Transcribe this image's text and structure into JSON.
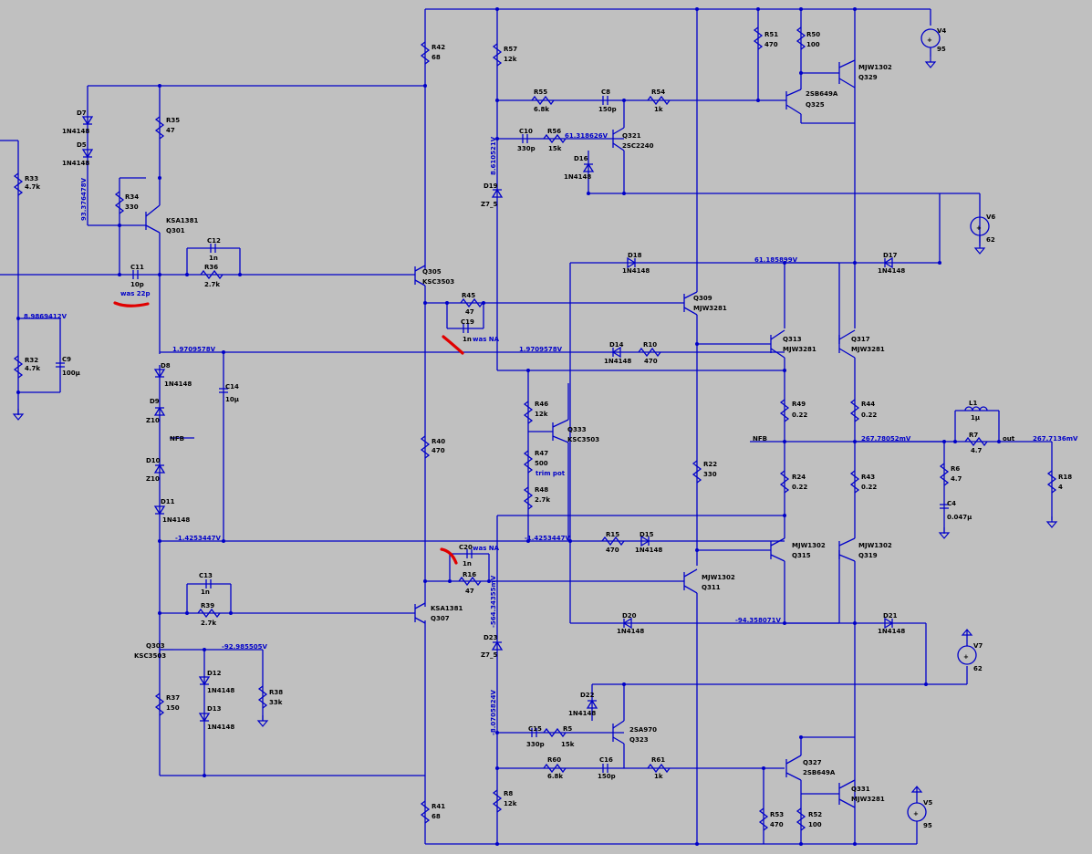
{
  "components": {
    "R33": {
      "ref": "R33",
      "value": "4.7k"
    },
    "R32": {
      "ref": "R32",
      "value": "4.7k"
    },
    "C9": {
      "ref": "C9",
      "value": "100µ"
    },
    "D7": {
      "ref": "D7",
      "value": "1N4148"
    },
    "D5": {
      "ref": "D5",
      "value": "1N4148"
    },
    "R35": {
      "ref": "R35",
      "value": "47"
    },
    "R34": {
      "ref": "R34",
      "value": "330"
    },
    "Q301": {
      "ref": "Q301",
      "value": "KSA1381"
    },
    "C11": {
      "ref": "C11",
      "value": "10p"
    },
    "C12": {
      "ref": "C12",
      "value": "1n"
    },
    "R36": {
      "ref": "R36",
      "value": "2.7k"
    },
    "D8": {
      "ref": "D8",
      "value": "1N4148"
    },
    "D9": {
      "ref": "D9",
      "value": "Z10"
    },
    "D10": {
      "ref": "D10",
      "value": "Z10"
    },
    "D11": {
      "ref": "D11",
      "value": "1N4148"
    },
    "C14": {
      "ref": "C14",
      "value": "10µ"
    },
    "C13": {
      "ref": "C13",
      "value": "1n"
    },
    "R39": {
      "ref": "R39",
      "value": "2.7k"
    },
    "Q303": {
      "ref": "Q303",
      "value": "KSC3503"
    },
    "D12": {
      "ref": "D12",
      "value": "1N4148"
    },
    "D13": {
      "ref": "D13",
      "value": "1N4148"
    },
    "R37": {
      "ref": "R37",
      "value": "150"
    },
    "R38": {
      "ref": "R38",
      "value": "33k"
    },
    "R42": {
      "ref": "R42",
      "value": "68"
    },
    "Q305": {
      "ref": "Q305",
      "value": "KSC3503"
    },
    "R40": {
      "ref": "R40",
      "value": "470"
    },
    "Q307": {
      "ref": "Q307",
      "value": "KSA1381"
    },
    "R41": {
      "ref": "R41",
      "value": "68"
    },
    "R45": {
      "ref": "R45",
      "value": "47"
    },
    "C19": {
      "ref": "C19",
      "value": "1n"
    },
    "C20": {
      "ref": "C20",
      "value": "1n"
    },
    "R16": {
      "ref": "R16",
      "value": "47"
    },
    "R57": {
      "ref": "R57",
      "value": "12k"
    },
    "R55": {
      "ref": "R55",
      "value": "6.8k"
    },
    "C8": {
      "ref": "C8",
      "value": "150p"
    },
    "R54": {
      "ref": "R54",
      "value": "1k"
    },
    "C10": {
      "ref": "C10",
      "value": "330p"
    },
    "R56": {
      "ref": "R56",
      "value": "15k"
    },
    "Q321": {
      "ref": "Q321",
      "value": "2SC2240"
    },
    "D16": {
      "ref": "D16",
      "value": "1N4148"
    },
    "D19": {
      "ref": "D19",
      "value": "Z7_5"
    },
    "D18": {
      "ref": "D18",
      "value": "1N4148"
    },
    "D14": {
      "ref": "D14",
      "value": "1N4148"
    },
    "R10": {
      "ref": "R10",
      "value": "470"
    },
    "R46": {
      "ref": "R46",
      "value": "12k"
    },
    "R47": {
      "ref": "R47",
      "value": "500"
    },
    "R48": {
      "ref": "R48",
      "value": "2.7k"
    },
    "Q333": {
      "ref": "Q333",
      "value": "KSC3503"
    },
    "R15": {
      "ref": "R15",
      "value": "470"
    },
    "D15": {
      "ref": "D15",
      "value": "1N4148"
    },
    "D20": {
      "ref": "D20",
      "value": "1N4148"
    },
    "D23": {
      "ref": "D23",
      "value": "Z7_5"
    },
    "D22": {
      "ref": "D22",
      "value": "1N4148"
    },
    "C15": {
      "ref": "C15",
      "value": "330p"
    },
    "R5": {
      "ref": "R5",
      "value": "15k"
    },
    "Q323": {
      "ref": "Q323",
      "value": "2SA970"
    },
    "R60": {
      "ref": "R60",
      "value": "6.8k"
    },
    "C16": {
      "ref": "C16",
      "value": "150p"
    },
    "R61": {
      "ref": "R61",
      "value": "1k"
    },
    "R8": {
      "ref": "R8",
      "value": "12k"
    },
    "R51": {
      "ref": "R51",
      "value": "470"
    },
    "R50": {
      "ref": "R50",
      "value": "100"
    },
    "Q329": {
      "ref": "Q329",
      "value": "MJW1302"
    },
    "Q325": {
      "ref": "Q325",
      "value": "2SB649A"
    },
    "V4": {
      "ref": "V4",
      "value": "95"
    },
    "V6": {
      "ref": "V6",
      "value": "62"
    },
    "D17": {
      "ref": "D17",
      "value": "1N4148"
    },
    "Q309": {
      "ref": "Q309",
      "value": "MJW3281"
    },
    "Q313": {
      "ref": "Q313",
      "value": "MJW3281"
    },
    "Q317": {
      "ref": "Q317",
      "value": "MJW3281"
    },
    "R49": {
      "ref": "R49",
      "value": "0.22"
    },
    "R44": {
      "ref": "R44",
      "value": "0.22"
    },
    "R22": {
      "ref": "R22",
      "value": "330"
    },
    "R24": {
      "ref": "R24",
      "value": "0.22"
    },
    "R43": {
      "ref": "R43",
      "value": "0.22"
    },
    "Q315": {
      "ref": "Q315",
      "value": "MJW1302"
    },
    "Q319": {
      "ref": "Q319",
      "value": "MJW1302"
    },
    "Q311": {
      "ref": "Q311",
      "value": "MJW1302"
    },
    "D21": {
      "ref": "D21",
      "value": "1N4148"
    },
    "V7": {
      "ref": "V7",
      "value": "62"
    },
    "L1": {
      "ref": "L1",
      "value": "1µ"
    },
    "R7": {
      "ref": "R7",
      "value": "4.7"
    },
    "R6": {
      "ref": "R6",
      "value": "4.7"
    },
    "C4": {
      "ref": "C4",
      "value": "0.047µ"
    },
    "R18": {
      "ref": "R18",
      "value": "4"
    },
    "Q327": {
      "ref": "Q327",
      "value": "2SB649A"
    },
    "Q331": {
      "ref": "Q331",
      "value": "MJW3281"
    },
    "R53": {
      "ref": "R53",
      "value": "470"
    },
    "R52": {
      "ref": "R52",
      "value": "100"
    },
    "V5": {
      "ref": "V5",
      "value": "95"
    }
  },
  "node_voltages": {
    "n1": "8.9869412V",
    "n2": "93.376478V",
    "n3": "1.9709578V",
    "n4": "1.9709578V",
    "n5": "-1.4253447V",
    "n6": "-1.4253447V",
    "n7": "-92.985505V",
    "n8": "61.318626V",
    "n9": "8.610521V",
    "n10": "61.185899V",
    "n11": "267.78052mV",
    "n12": "267.7136mV",
    "n13": "-94.358071V",
    "n14": "-564.34355mV",
    "n15": "-8.0705824V"
  },
  "net_labels": {
    "nfb_left": "NFB",
    "nfb_right": "NFB",
    "out": "out"
  },
  "notes": {
    "was22p": "was 22p",
    "wasNA1": "was NA",
    "wasNA2": "was NA",
    "trimpot": "trim pot"
  },
  "colors": {
    "wire": "#0000c8",
    "background": "#c0c0c0",
    "annotation": "#e00000"
  }
}
